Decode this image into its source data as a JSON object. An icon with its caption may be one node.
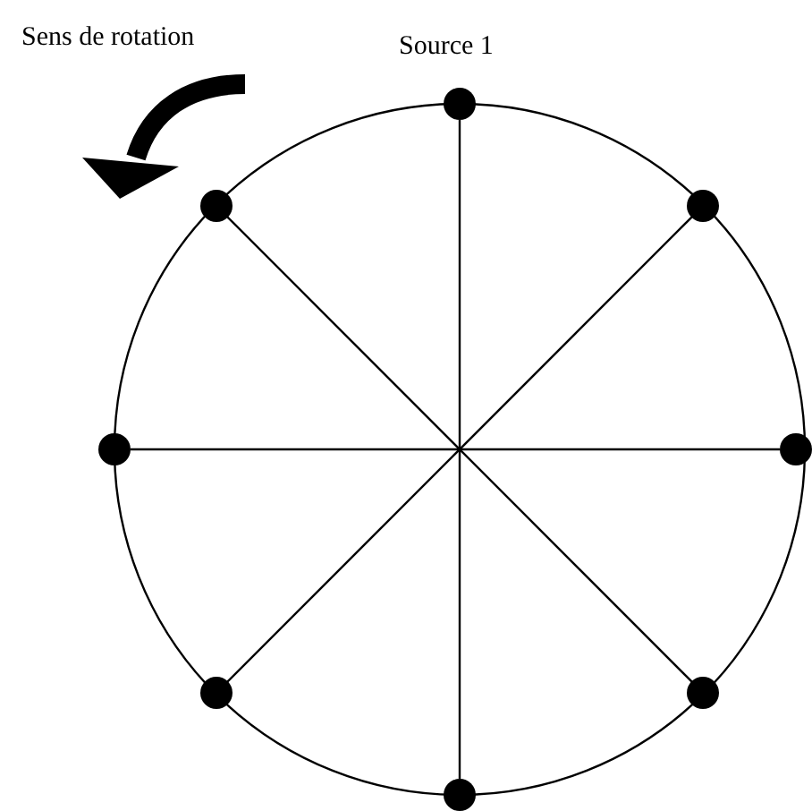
{
  "diagram": {
    "nodes": [
      {
        "text": [],
        "shape": "circle",
        "beside": [
          "Source 1"
        ]
      },
      {
        "text": [],
        "shape": "circle"
      },
      {
        "text": [],
        "shape": "circle"
      },
      {
        "text": [],
        "shape": "circle"
      },
      {
        "text": [],
        "shape": "circle"
      },
      {
        "text": [],
        "shape": "circle"
      },
      {
        "text": [],
        "shape": "circle"
      },
      {
        "text": [],
        "shape": "circle"
      }
    ],
    "edges": [
      {
        "from": 0,
        "to": 7,
        "arrow": "none"
      },
      {
        "from": 1,
        "to": 6,
        "arrow": "none"
      },
      {
        "from": 2,
        "to": 5,
        "arrow": "none"
      },
      {
        "from": 3,
        "to": 4,
        "arrow": "none"
      }
    ],
    "labels": [
      "Sens de rotation"
    ]
  }
}
